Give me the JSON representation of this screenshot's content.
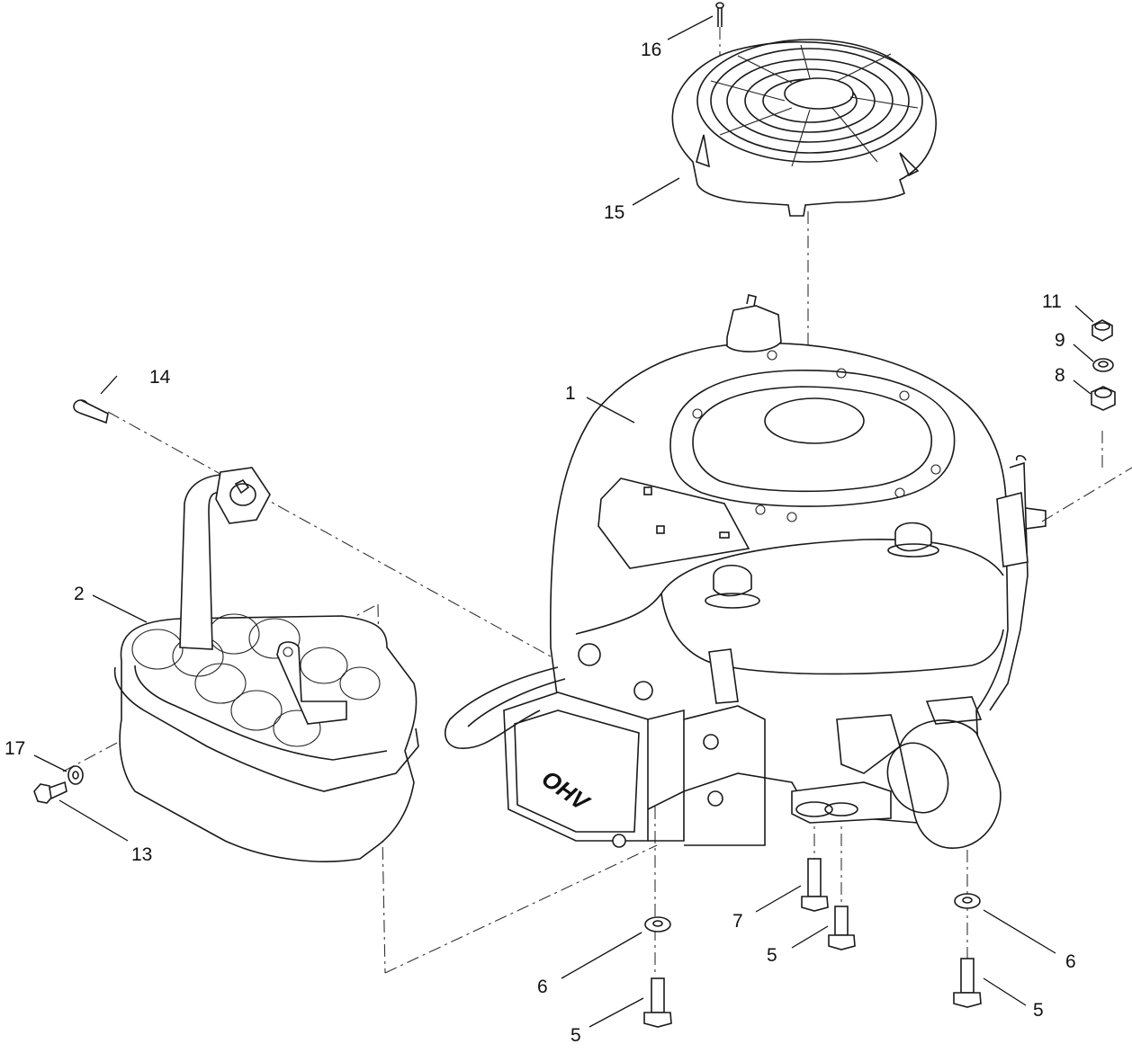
{
  "diagram": {
    "callouts": [
      {
        "id": "c1",
        "label": "1"
      },
      {
        "id": "c2",
        "label": "2"
      },
      {
        "id": "c5a",
        "label": "5"
      },
      {
        "id": "c5b",
        "label": "5"
      },
      {
        "id": "c5c",
        "label": "5"
      },
      {
        "id": "c6a",
        "label": "6"
      },
      {
        "id": "c6b",
        "label": "6"
      },
      {
        "id": "c7",
        "label": "7"
      },
      {
        "id": "c8",
        "label": "8"
      },
      {
        "id": "c9",
        "label": "9"
      },
      {
        "id": "c11",
        "label": "11"
      },
      {
        "id": "c13",
        "label": "13"
      },
      {
        "id": "c14",
        "label": "14"
      },
      {
        "id": "c15",
        "label": "15"
      },
      {
        "id": "c16",
        "label": "16"
      },
      {
        "id": "c17",
        "label": "17"
      }
    ],
    "brand_mark": "OHV"
  }
}
